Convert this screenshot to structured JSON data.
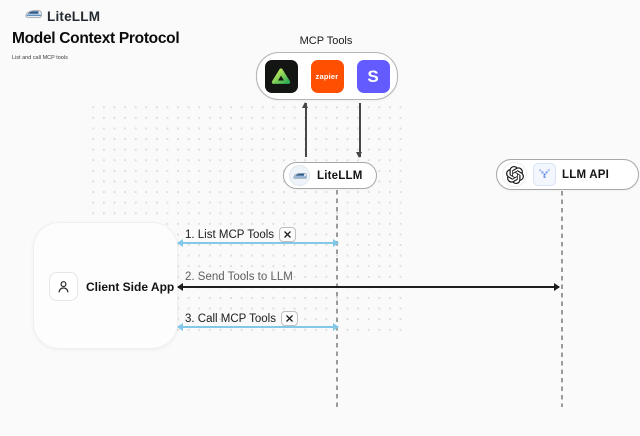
{
  "header": {
    "brand": "LiteLLM",
    "title": "Model Context Protocol",
    "subtitle": "List and call MCP tools"
  },
  "mcp_tools": {
    "label": "MCP Tools",
    "zapier_text": "zapier",
    "stripe_text": "S",
    "icons": [
      "green-triangle-logo",
      "zapier-logo",
      "stripe-logo"
    ]
  },
  "nodes": {
    "litellm": "LiteLLM",
    "llm_api": "LLM API",
    "client": "Client Side App"
  },
  "sequence": {
    "step1": "1. List MCP Tools",
    "step2": "2. Send Tools to LLM",
    "step3": "3. Call MCP Tools"
  },
  "colors": {
    "background": "#FAFAFA",
    "arrow_blue": "#82C8E8",
    "arrow_dark": "#1D1D1D",
    "zapier_orange": "#FF4F00",
    "stripe_purple": "#635BFF",
    "green_logo": "#2FAE55"
  }
}
